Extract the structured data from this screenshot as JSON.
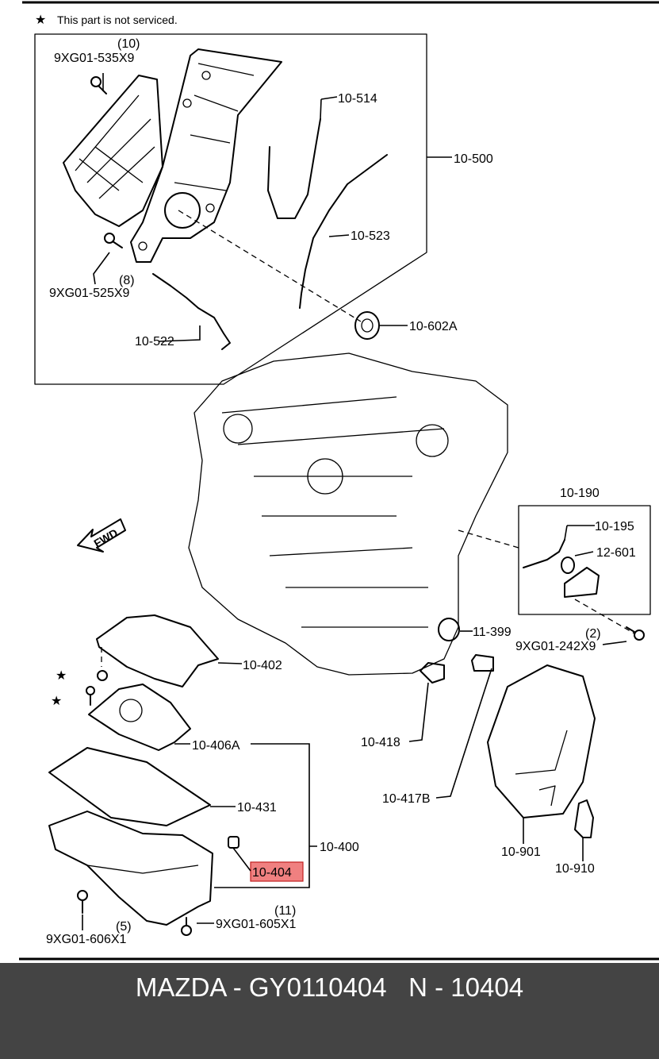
{
  "header": {
    "note_star": "★",
    "note_text": "This part is not serviced."
  },
  "labels": {
    "p10_500": "10-500",
    "p10_514": "10-514",
    "p10_523": "10-523",
    "p10_522": "10-522",
    "p10_602a": "10-602A",
    "bolt_535": "9XG01-535X9",
    "bolt_535_qty": "(10)",
    "bolt_525": "9XG01-525X9",
    "bolt_525_qty": "(8)",
    "p10_190": "10-190",
    "p10_195": "10-195",
    "p12_601": "12-601",
    "bolt_242": "9XG01-242X9",
    "bolt_242_qty": "(2)",
    "p11_399": "11-399",
    "p10_402": "10-402",
    "p10_406a": "10-406A",
    "p10_418": "10-418",
    "p10_417b": "10-417B",
    "p10_431": "10-431",
    "p10_400": "10-400",
    "p10_404": "10-404",
    "p10_901": "10-901",
    "p10_910": "10-910",
    "bolt_605": "9XG01-605X1",
    "bolt_605_qty": "(11)",
    "bolt_606": "9XG01-606X1",
    "bolt_606_qty": "(5)",
    "fwd": "FWD",
    "star": "★"
  },
  "highlight": {
    "part": "10-404",
    "color": "#f08080"
  },
  "footer": {
    "text": "MAZDA - GY0110404   N - 10404",
    "bg_color": "#444444"
  }
}
